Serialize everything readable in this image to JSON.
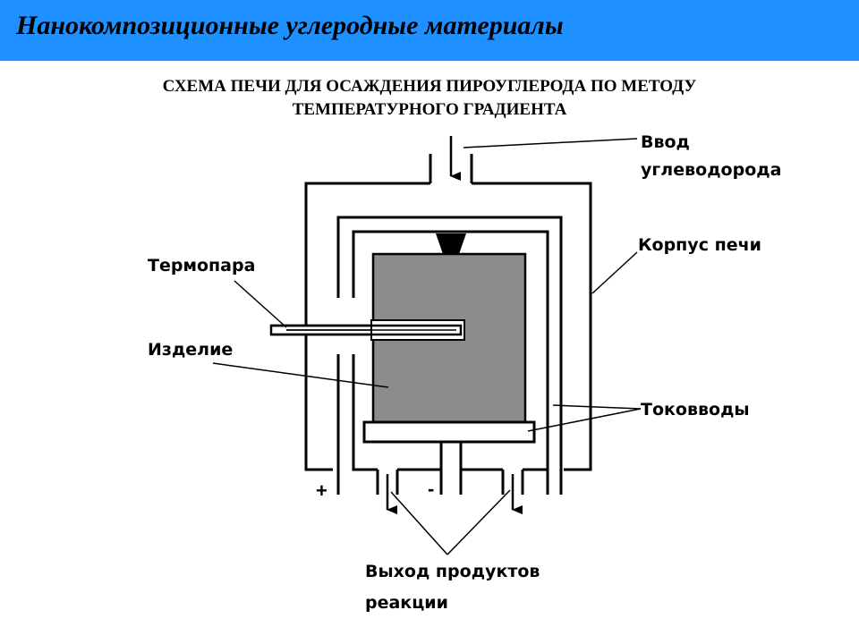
{
  "header": {
    "title": "Нанокомпозиционные углеродные материалы"
  },
  "subtitle": {
    "line1": "СХЕМА ПЕЧИ ДЛЯ ОСАЖДЕНИЯ ПИРОУГЛЕРОДА ПО МЕТОДУ",
    "line2": "ТЕМПЕРАТУРНОГО ГРАДИЕНТА"
  },
  "labels": {
    "inlet_line1": "Ввод",
    "inlet_line2": "углеводорода",
    "furnace_body": "Корпус печи",
    "thermocouple": "Термопара",
    "workpiece": "Изделие",
    "current_leads": "Токовводы",
    "outlet_line1": "Выход продуктов",
    "outlet_line2": "реакции",
    "plus": "+",
    "minus": "-"
  },
  "colors": {
    "header_bg": "#1e90ff",
    "workpiece_fill": "#8c8c8c",
    "line": "#000000"
  }
}
